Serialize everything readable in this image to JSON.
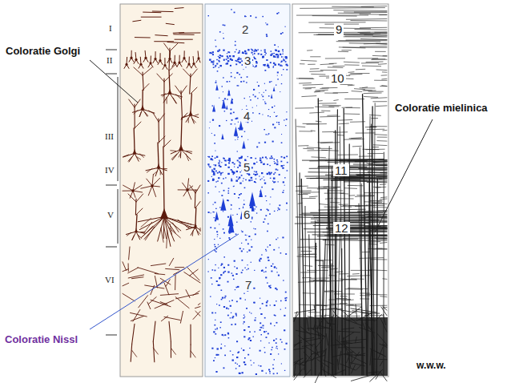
{
  "diagram": {
    "labels": [
      "Coloratie Golgi",
      "Coloratie mielinica",
      "I",
      "II",
      "III",
      "IV",
      "V",
      "VI",
      "2",
      "3",
      "4",
      "5",
      "6",
      "7",
      "9",
      "10",
      "11",
      "12",
      "Coloratie Nissl",
      "w.w.w."
    ]
  }
}
